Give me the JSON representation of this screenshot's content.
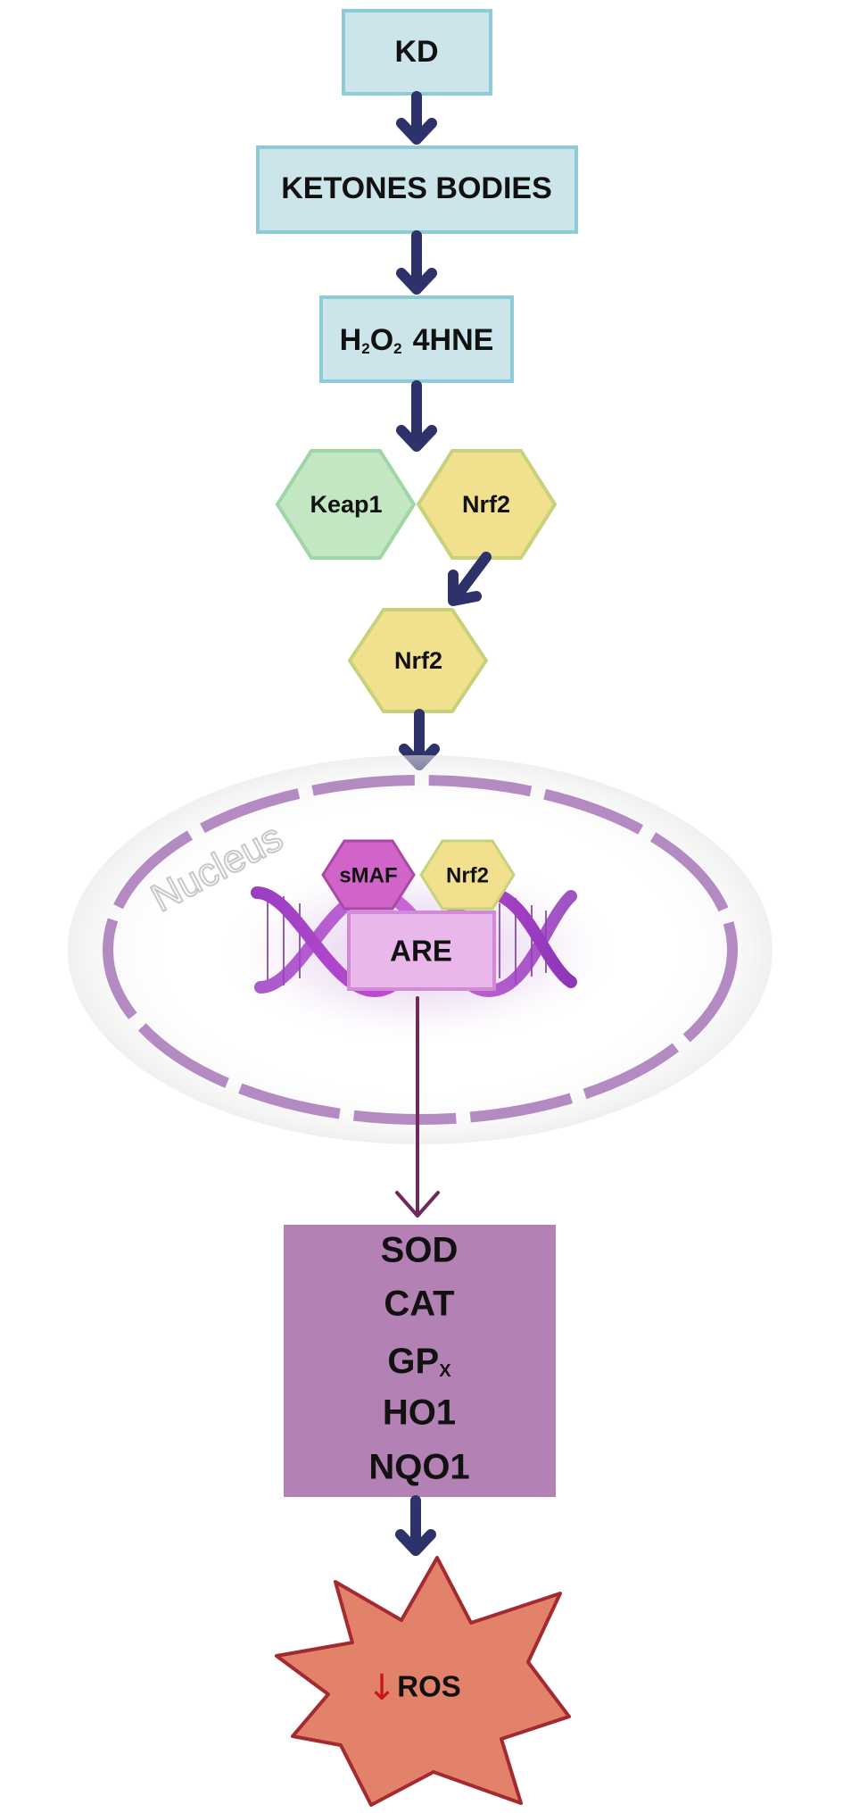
{
  "nodes": {
    "kd": "KD",
    "ketones": "KETONES BODIES",
    "h2o2_h": "H",
    "h2o2_sub1": "2",
    "h2o2_o": "O",
    "h2o2_sub2": "2",
    "hne": "4HNE",
    "keap1": "Keap1",
    "nrf2_cytosol": "Nrf2",
    "nrf2_free": "Nrf2",
    "nucleus": "Nucleus",
    "smaf": "sMAF",
    "nrf2_nuclear": "Nrf2",
    "are": "ARE",
    "ros": "ROS",
    "ros_arrow": "↓"
  },
  "enzymes": {
    "sod": "SOD",
    "cat": "CAT",
    "gpx_main": "GP",
    "gpx_sub": "X",
    "ho1": "HO1",
    "nqo1": "NQO1"
  },
  "colors": {
    "box_fill": "#cce5ea",
    "box_stroke": "#8ecbd8",
    "arrow": "#2d326b",
    "keap1_fill": "#c3e7c3",
    "nrf2_fill": "#f1e18e",
    "smaf_fill": "#d064c8",
    "nucleus_ring": "#b48ac2",
    "are_fill": "#eab7ea",
    "enzyme_box": "#b381b3",
    "ros_fill": "#e2826b",
    "ros_stroke": "#a52a2f"
  }
}
